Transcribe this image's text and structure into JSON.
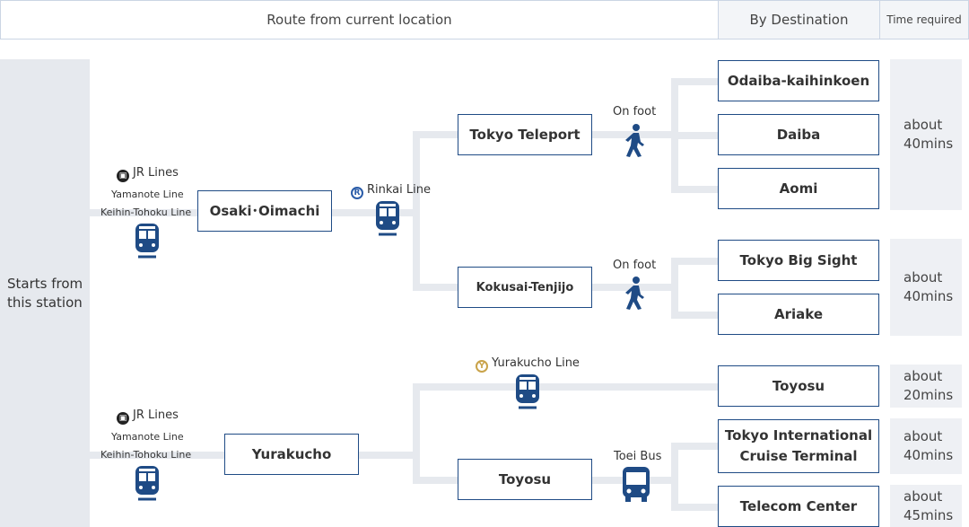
{
  "header": {
    "route": "Route from current location",
    "destination": "By Destination",
    "time": "Time required"
  },
  "start": "Starts from\nthis station",
  "route1": {
    "jr_label": "JR Lines",
    "line1": "Yamanote Line",
    "line2": "Keihin-Tohoku Line",
    "station": "Osaki･Oimachi",
    "rinkai": "Rinkai Line",
    "rinkai_mark": "R",
    "stop1": "Tokyo Teleport",
    "stop2": "Kokusai-Tenjijo",
    "onfoot1": "On foot",
    "onfoot2": "On foot",
    "dest": [
      "Odaiba-kaihinkoen",
      "Daiba",
      "Aomi",
      "Tokyo Big Sight",
      "Ariake"
    ],
    "time1": "about\n40mins",
    "time2": "about\n40mins"
  },
  "route2": {
    "jr_label": "JR Lines",
    "line1": "Yamanote Line",
    "line2": "Keihin-Tohoku Line",
    "station": "Yurakucho",
    "yurakucho_line": "Yurakucho Line",
    "yurakucho_mark": "Y",
    "stop": "Toyosu",
    "bus": "Toei Bus",
    "dest": [
      "Toyosu",
      "Tokyo International\nCruise Terminal",
      "Telecom Center"
    ],
    "time1": "about\n20mins",
    "time2": "about\n40mins",
    "time3": "about\n45mins"
  },
  "colors": {
    "navy": "#1f4b85",
    "connector": "#e6e9ee",
    "rinkai": "#2a5ca8",
    "yurakucho": "#c9a34a"
  }
}
